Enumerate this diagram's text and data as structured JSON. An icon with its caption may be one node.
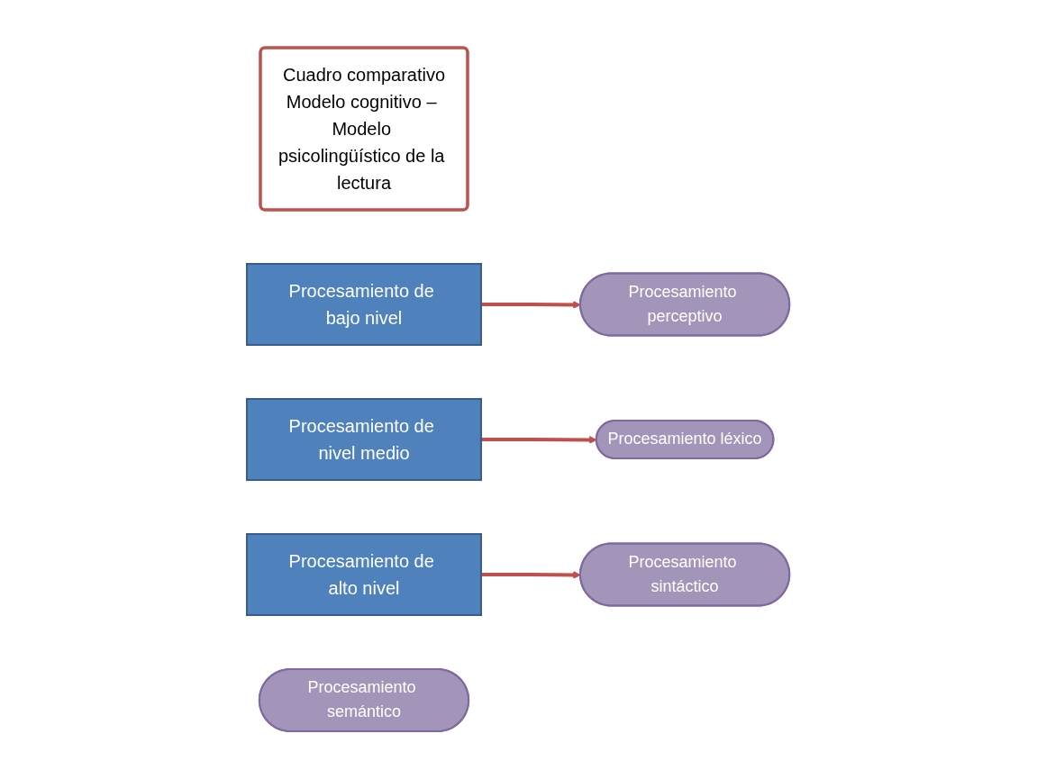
{
  "diagram": {
    "nodes": [
      {
        "text": [
          "Cuadro comparativo",
          "Modelo cognitivo – Modelo psicolingüístico de la lectura"
        ]
      },
      {
        "text": [
          "Procesamiento de bajo nivel"
        ]
      },
      {
        "text": [
          "Procesamiento perceptivo"
        ]
      },
      {
        "text": [
          "Procesamiento de nivel medio"
        ]
      },
      {
        "text": [
          "Procesamiento léxico"
        ]
      },
      {
        "text": [
          "Procesamiento de alto nivel"
        ]
      },
      {
        "text": [
          "Procesamiento sintáctico"
        ]
      },
      {
        "text": [
          "Procesamiento semántico"
        ]
      }
    ],
    "edges": [
      {
        "from": 1,
        "to": 2,
        "arrow": "to"
      },
      {
        "from": 3,
        "to": 4,
        "arrow": "to"
      },
      {
        "from": 5,
        "to": 6,
        "arrow": "to"
      }
    ]
  }
}
